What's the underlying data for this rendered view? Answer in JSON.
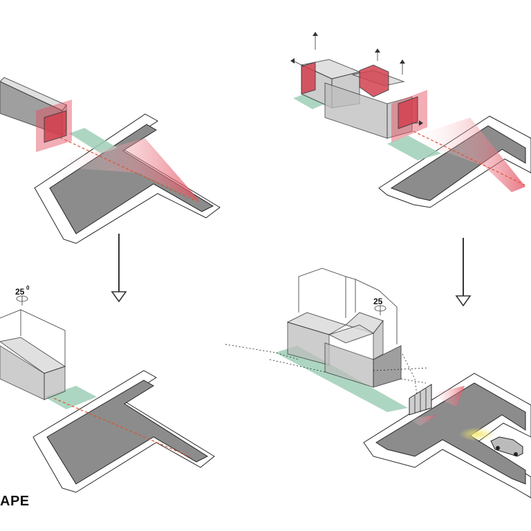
{
  "caption": "APE",
  "angle_labels": {
    "left": "25",
    "left_unit": "0",
    "right": "25"
  },
  "colors": {
    "road": "#8c8c8c",
    "sidewalk": "#ffffff",
    "forecourt": "#9fcfb7",
    "view_cone": "#e24a5a",
    "sightline": "#e0502a",
    "headlight": "#f3e66a"
  }
}
